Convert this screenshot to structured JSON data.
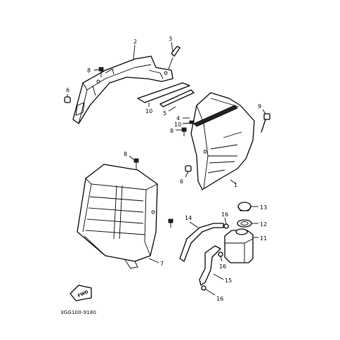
{
  "diagram": {
    "drawing_code": "3GG100-9180",
    "direction_mark": "FWD",
    "callouts": [
      {
        "id": "c2",
        "text": "2"
      },
      {
        "id": "c3",
        "text": "3"
      },
      {
        "id": "c8a",
        "text": "8"
      },
      {
        "id": "c6a",
        "text": "6"
      },
      {
        "id": "c10a",
        "text": "10"
      },
      {
        "id": "c5",
        "text": "5"
      },
      {
        "id": "c4",
        "text": "4"
      },
      {
        "id": "c10b",
        "text": "10"
      },
      {
        "id": "c8b",
        "text": "8"
      },
      {
        "id": "c9",
        "text": "9"
      },
      {
        "id": "c1",
        "text": "1"
      },
      {
        "id": "c6b",
        "text": "6"
      },
      {
        "id": "c8c",
        "text": "8"
      },
      {
        "id": "c14",
        "text": "14"
      },
      {
        "id": "c16a",
        "text": "16"
      },
      {
        "id": "c13",
        "text": "13"
      },
      {
        "id": "c12",
        "text": "12"
      },
      {
        "id": "c11",
        "text": "11"
      },
      {
        "id": "c16b",
        "text": "16"
      },
      {
        "id": "c15",
        "text": "15"
      },
      {
        "id": "c7",
        "text": "7"
      },
      {
        "id": "c16c",
        "text": "16"
      }
    ]
  }
}
